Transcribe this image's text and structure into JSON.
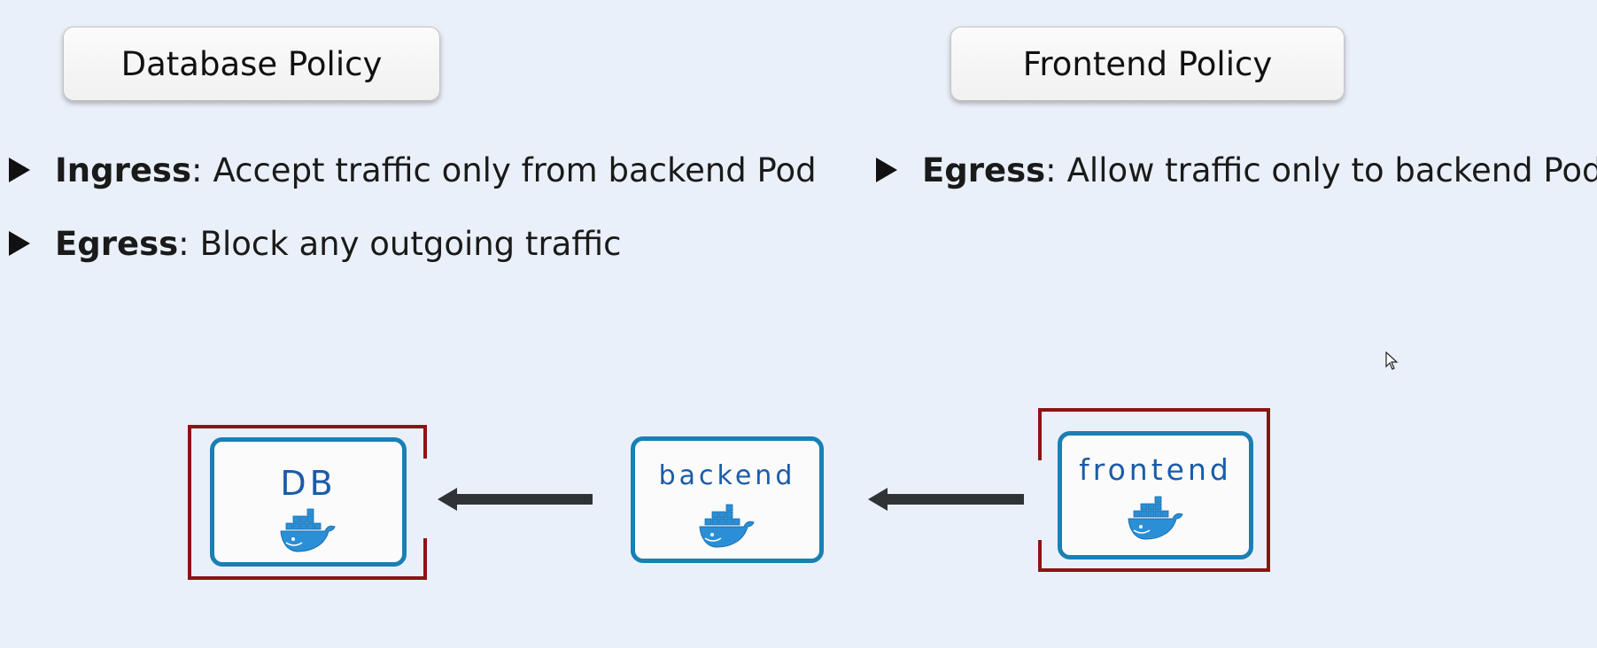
{
  "database_policy": {
    "title": "Database Policy",
    "rules": [
      {
        "keyword": "Ingress",
        "sep": ":",
        "text": "Accept traffic only from backend Pod"
      },
      {
        "keyword": "Egress",
        "sep": ":",
        "text": "Block any outgoing traffic"
      }
    ]
  },
  "frontend_policy": {
    "title": "Frontend Policy",
    "rules": [
      {
        "keyword": "Egress",
        "sep": ":",
        "text": "Allow traffic only to backend Pod"
      }
    ]
  },
  "pods": {
    "db": {
      "label": "DB",
      "icon": "docker-whale-icon"
    },
    "backend": {
      "label": "backend",
      "icon": "docker-whale-icon"
    },
    "frontend": {
      "label": "frontend",
      "icon": "docker-whale-icon"
    }
  },
  "colors": {
    "background": "#eaf0f9",
    "pod_border": "#1a7fb5",
    "pod_label": "#1a5ca8",
    "policy_bracket": "#8b1414",
    "arrow": "#2f3336",
    "docker_blue": "#2a8fd6"
  }
}
